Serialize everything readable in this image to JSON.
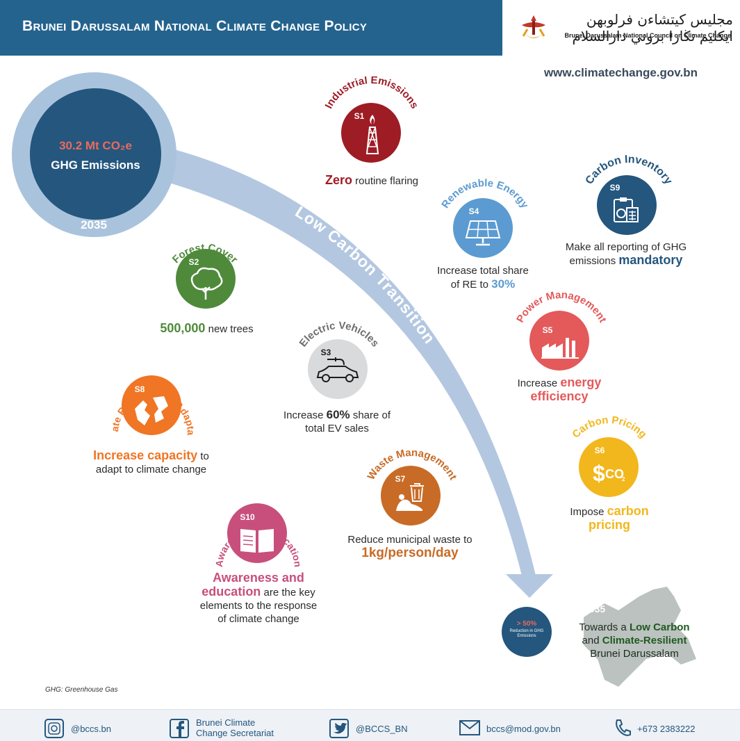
{
  "header": {
    "title": "Brunei Darussalam National Climate Change Policy",
    "council_jawi": "مجليس كيتشاءن فرلوبهن ايكليم نڬارا بروني دارالسلام",
    "council_en": "Brunei Darussalam National Council on Climate Change",
    "website": "www.climatechange.gov.bn"
  },
  "emissions": {
    "value": "30.2 Mt CO₂e",
    "label": "GHG Emissions",
    "year": "2035"
  },
  "transition_label": "Low Carbon Transition",
  "strategies": [
    {
      "code": "S1",
      "title": "Industrial Emissions",
      "desc_bold": "Zero",
      "desc_rest": " routine flaring",
      "color": "#9e1c24"
    },
    {
      "code": "S2",
      "title": "Forest Cover",
      "desc_bold": "500,000",
      "desc_rest": " new trees",
      "color": "#4f8a3b"
    },
    {
      "code": "S3",
      "title": "Electric Vehicles",
      "desc_pre": "Increase ",
      "desc_bold": "60%",
      "desc_rest": " share of",
      "desc_line2": "total EV sales",
      "color": "#d9dadb"
    },
    {
      "code": "S4",
      "title": "Renewable Energy",
      "desc_pre": "Increase total share",
      "desc_line2_pre": "of RE to ",
      "desc_bold": "30%",
      "color": "#5b9bd1"
    },
    {
      "code": "S5",
      "title": "Power Management",
      "desc_pre": "Increase ",
      "desc_bold": "energy",
      "desc_bold2": "efficiency",
      "color": "#e4595a"
    },
    {
      "code": "S6",
      "title": "Carbon Pricing",
      "desc_pre": "Impose ",
      "desc_bold": "carbon",
      "desc_bold2": "pricing",
      "color": "#f2b71c"
    },
    {
      "code": "S7",
      "title": "Waste Management",
      "desc_pre": "Reduce municipal waste to",
      "desc_bold": "1kg/person/day",
      "color": "#c86b26"
    },
    {
      "code": "S8",
      "title": "Climate Resilience & Adaptation",
      "desc_bold": "Increase capacity",
      "desc_rest": " to",
      "desc_line2": "adapt to climate change",
      "color": "#f07524"
    },
    {
      "code": "S9",
      "title": "Carbon Inventory",
      "desc_pre": "Make all reporting of GHG",
      "desc_line2_pre": "emissions ",
      "desc_bold": "mandatory",
      "color": "#24567e"
    },
    {
      "code": "S10",
      "title": "Awareness & Education",
      "desc_bold": "Awareness and",
      "desc_bold2": "education",
      "desc_rest": " are the key",
      "desc_line3": "elements to the response",
      "desc_line4": "of climate change",
      "color": "#c84f7c"
    }
  ],
  "outcome": {
    "reduction_pct": "> 50%",
    "reduction_label": "Reduction in GHG Emissions",
    "year": "2035",
    "towards_pre": "Towards a ",
    "towards_bold1": "Low Carbon",
    "towards_and": "and ",
    "towards_bold2": "Climate-Resilient",
    "towards_country": "Brunei Darussalam"
  },
  "footnote": "GHG: Greenhouse Gas",
  "footer": {
    "instagram": "@bccs.bn",
    "facebook_line1": "Brunei Climate",
    "facebook_line2": "Change Secretariat",
    "twitter": "@BCCS_BN",
    "email": "bccs@mod.gov.bn",
    "phone": "+673 2383222"
  },
  "colors": {
    "header_blue": "#24638e",
    "dark_blue": "#24567e",
    "light_blue": "#aac3dd",
    "accent_red": "#ec6a5c"
  },
  "icons": [
    "flame-tower-icon",
    "tree-icon",
    "electric-car-icon",
    "solar-panel-icon",
    "factory-icon",
    "carbon-dollar-icon",
    "waste-bin-icon",
    "land-crack-icon",
    "clipboard-calculator-icon",
    "book-icon",
    "instagram-icon",
    "facebook-icon",
    "twitter-icon",
    "mail-icon",
    "phone-icon"
  ]
}
